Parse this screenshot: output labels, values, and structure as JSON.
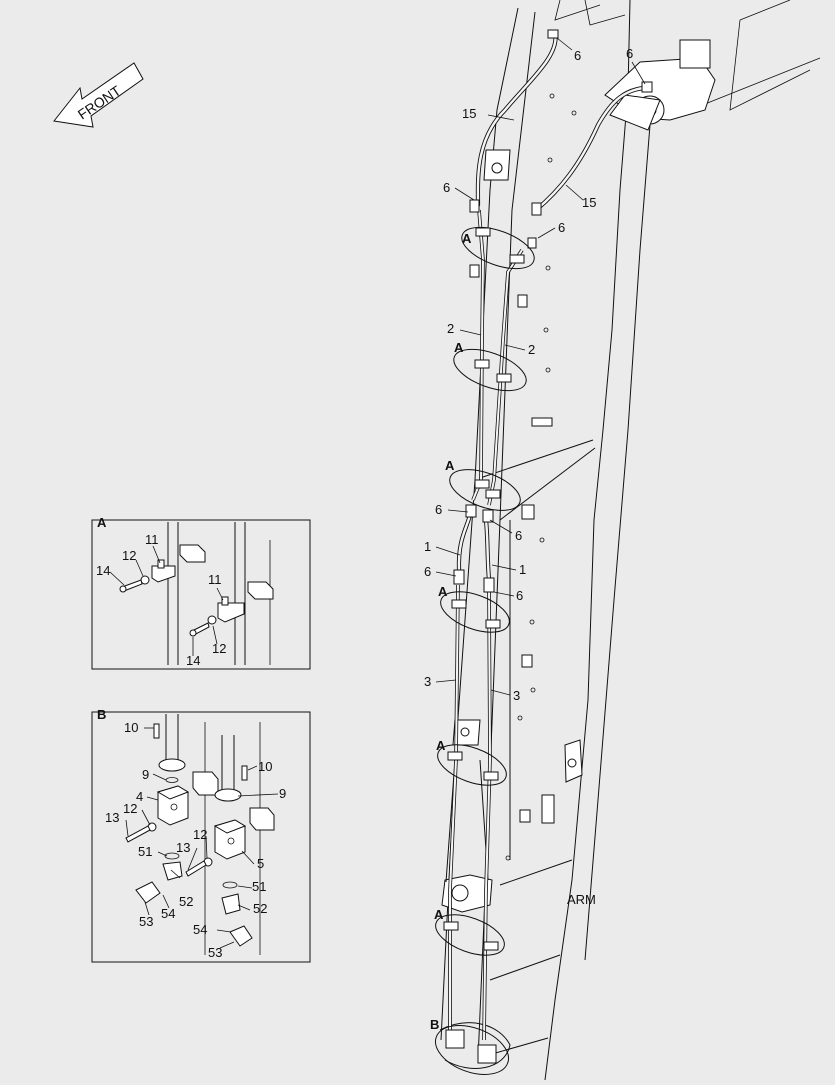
{
  "front_label": "FRONT",
  "arm_label": "ARM",
  "detail_a": {
    "title": "A",
    "callouts": [
      "11",
      "12",
      "14",
      "11",
      "12",
      "14"
    ]
  },
  "detail_b": {
    "title": "B",
    "callouts": [
      "10",
      "9",
      "4",
      "12",
      "13",
      "51",
      "52",
      "54",
      "53",
      "10",
      "9",
      "12",
      "13",
      "5",
      "51",
      "52",
      "54",
      "53"
    ]
  },
  "main_callouts": [
    "6",
    "6",
    "15",
    "15",
    "6",
    "6",
    "2",
    "2",
    "6",
    "6",
    "1",
    "1",
    "6",
    "6",
    "3",
    "3"
  ],
  "group_markers": [
    "A",
    "A",
    "A",
    "A",
    "A",
    "A",
    "B"
  ]
}
